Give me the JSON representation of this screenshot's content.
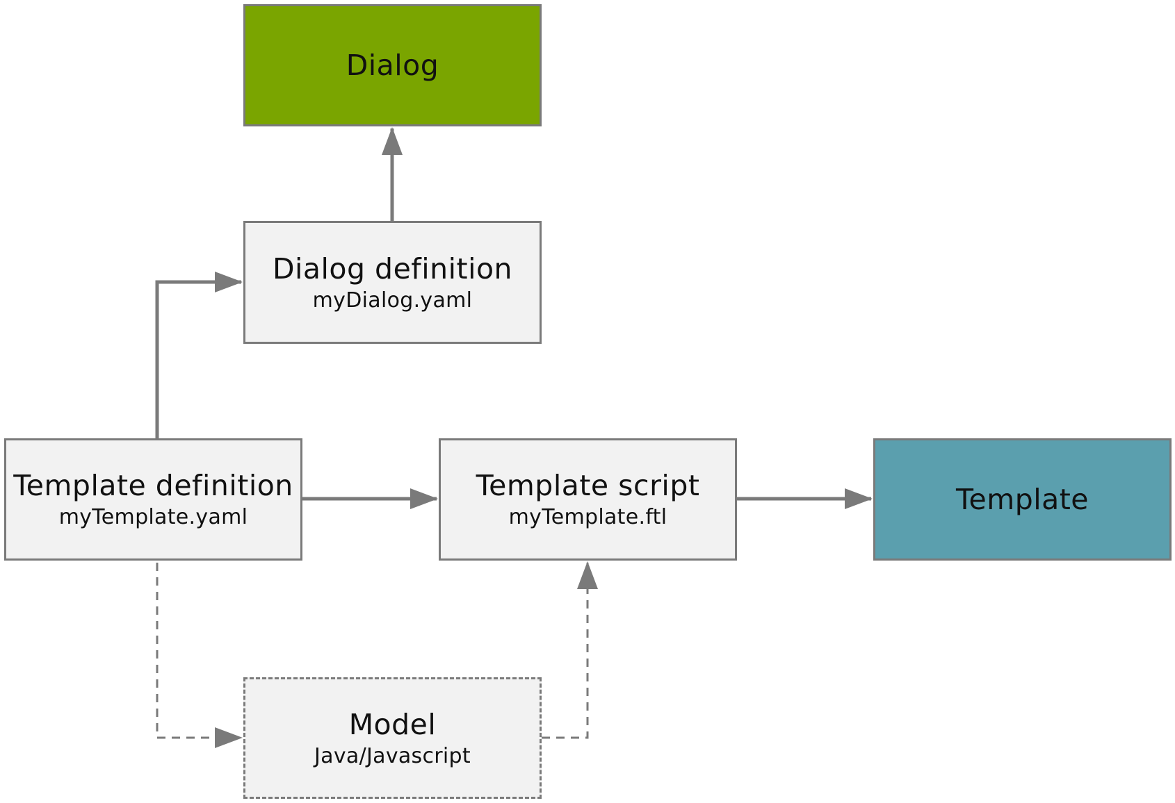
{
  "colors": {
    "dialog_fill": "#7aa500",
    "template_fill": "#5b9fae",
    "box_fill": "#f2f2f2",
    "border": "#7a7a7a"
  },
  "nodes": {
    "dialog": {
      "title": "Dialog"
    },
    "dialog_definition": {
      "title": "Dialog definition",
      "subtitle": "myDialog.yaml"
    },
    "template_definition": {
      "title": "Template definition",
      "subtitle": "myTemplate.yaml"
    },
    "template_script": {
      "title": "Template script",
      "subtitle": "myTemplate.ftl"
    },
    "template": {
      "title": "Template"
    },
    "model": {
      "title": "Model",
      "subtitle": "Java/Javascript"
    }
  }
}
